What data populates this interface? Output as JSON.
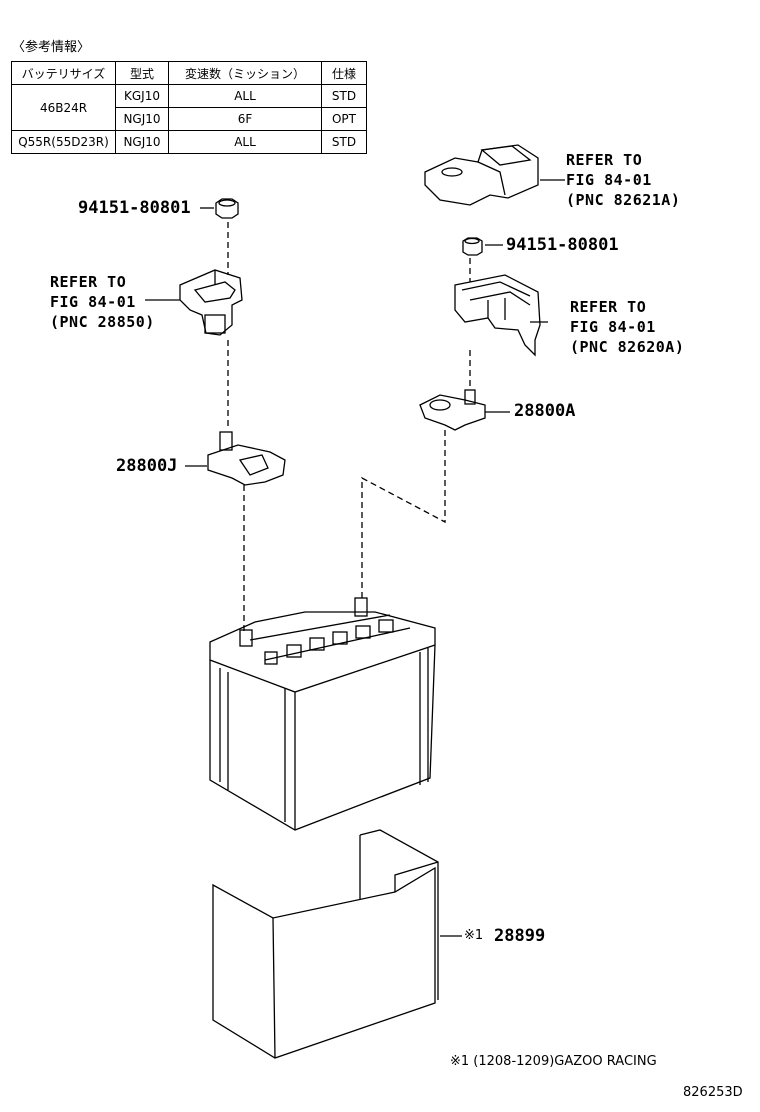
{
  "info_title": "〈参考情報〉",
  "table": {
    "headers": [
      "バッテリサイズ",
      "型式",
      "変速数（ミッション）",
      "仕様"
    ],
    "rows": [
      {
        "size": "46B24R",
        "model": "KGJ10",
        "trans": "ALL",
        "spec": "STD"
      },
      {
        "size": "",
        "model": "NGJ10",
        "trans": "6F",
        "spec": "OPT"
      },
      {
        "size": "Q55R(55D23R)",
        "model": "NGJ10",
        "trans": "ALL",
        "spec": "STD"
      }
    ]
  },
  "labels": {
    "nut_left": "94151-80801",
    "nut_right": "94151-80801",
    "ref_left": "REFER TO\nFIG 84-01\n(PNC 28850)",
    "ref_top_right": "REFER TO\nFIG 84-01\n(PNC 82621A)",
    "ref_mid_right": "REFER TO\nFIG 84-01\n(PNC 82620A)",
    "clamp_neg": "28800J",
    "clamp_pos": "28800A",
    "tray": "28899",
    "tray_mark": "※1"
  },
  "footnote": "※1  (1208-1209)GAZOO RACING",
  "figure_id": "826253D"
}
